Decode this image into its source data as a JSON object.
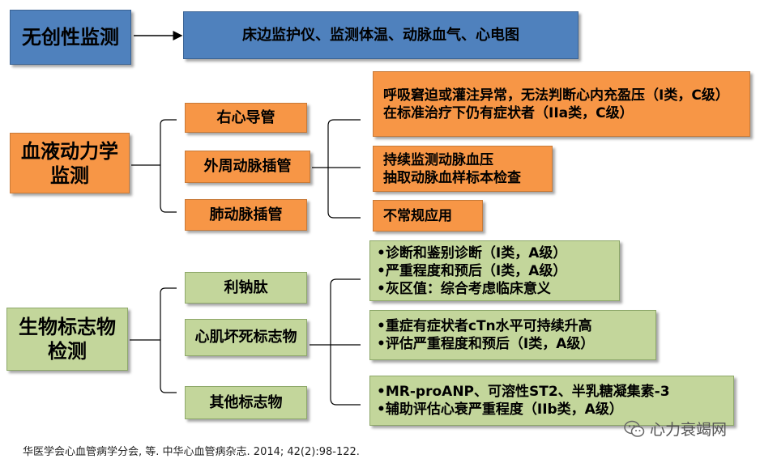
{
  "sections": {
    "noninvasive": {
      "title": "无创性监测",
      "detail": "床边监护仪、监测体温、动脉血气、心电图"
    },
    "hemodynamic": {
      "title": "血液动力学监测",
      "items": [
        "右心导管",
        "外周动脉插管",
        "肺动脉插管"
      ],
      "details": [
        [
          "呼吸窘迫或灌注异常，无法判断心内充盈压（I类，C级）",
          "在标准治疗下仍有症状者（IIa类，C级）"
        ],
        [
          "持续监测动脉血压",
          "抽取动脉血样标本检查"
        ],
        [
          "不常规应用"
        ]
      ]
    },
    "biomarker": {
      "title": "生物标志物检测",
      "items": [
        "利钠肽",
        "心肌坏死标志物",
        "其他标志物"
      ],
      "details": [
        [
          "•诊断和鉴别诊断（I类，A级）",
          "•严重程度和预后（I类，A级）",
          "•灰区值：综合考虑临床意义"
        ],
        [
          "•重症有症状者cTn水平可持续升高",
          "•评估严重程度和预后（I类，A级）"
        ],
        [
          "•MR-proANP、可溶性ST2、半乳糖凝集素-3",
          "•辅助评估心衰严重程度（IIb类，A级）"
        ]
      ]
    }
  },
  "citation": "华医学会心血管病学分会, 等. 中华心血管病杂志. 2014; 42(2):98-122.",
  "watermark": "心力衰竭网",
  "colors": {
    "blue": "#4f81bd",
    "orange": "#f79646",
    "green": "#c3d69b"
  }
}
